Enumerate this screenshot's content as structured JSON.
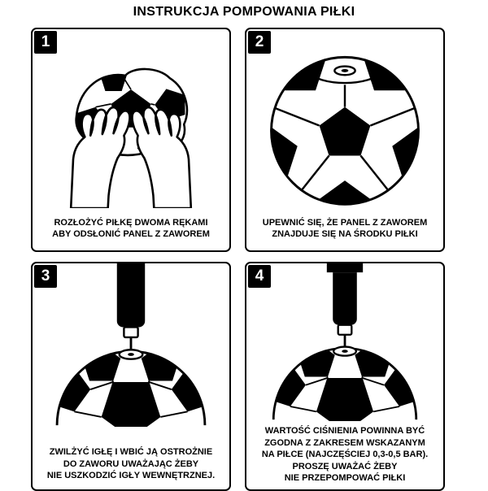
{
  "title": "INSTRUKCJA POMPOWANIA PIŁKI",
  "colors": {
    "ink": "#000000",
    "background": "#ffffff"
  },
  "panels": [
    {
      "number": "1",
      "illustration": "hands-opening-deflated-ball",
      "caption": "ROZŁOŻYĆ PIŁKĘ DWOMA RĘKAMI\nABY ODSŁONIĆ PANEL Z ZAWOREM"
    },
    {
      "number": "2",
      "illustration": "ball-with-valve-panel-centered",
      "caption": "UPEWNIĆ SIĘ, ŻE PANEL Z ZAWOREM\nZNAJDUJE SIĘ NA ŚRODKU PIŁKI"
    },
    {
      "number": "3",
      "illustration": "needle-inserted-into-valve",
      "caption": "ZWILŻYĆ IGŁĘ I WBIĆ JĄ OSTROŻNIE\nDO ZAWORU UWAŻAJĄC ŻEBY\nNIE USZKODZIĆ IGŁY WEWNĘTRZNEJ."
    },
    {
      "number": "4",
      "illustration": "pump-inflating-ball-pressure-range",
      "caption": "WARTOŚĆ CIŚNIENIA POWINNA BYĆ\nZGODNA Z ZAKRESEM WSKAZANYM\nNA PIŁCE (NAJCZĘŚCIEJ 0,3-0,5 BAR).\nPROSZĘ UWAŻAĆ ŻEBY\nNIE PRZEPOMPOWAĆ PIŁKI"
    }
  ]
}
